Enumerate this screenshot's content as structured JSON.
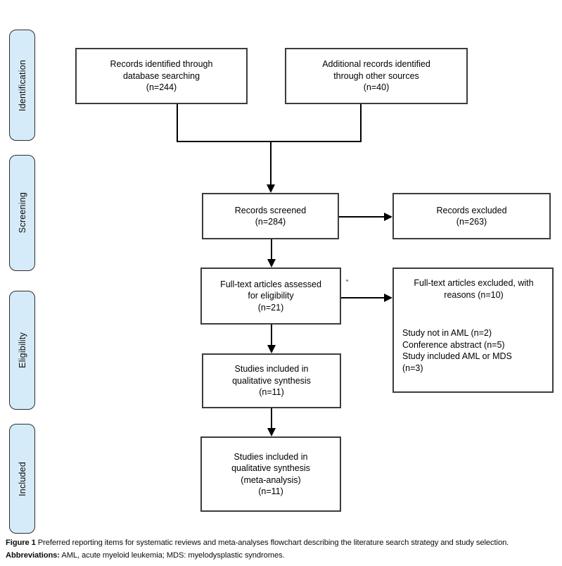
{
  "colors": {
    "stage-fill": "#d6ebf9",
    "stage-border": "#2e2e2e",
    "box-border": "#3c3c3c",
    "line-color": "#000000",
    "text-color": "#000000"
  },
  "stages": [
    {
      "label": "Identification"
    },
    {
      "label": "Screening"
    },
    {
      "label": "Eligibility"
    },
    {
      "label": "Included"
    }
  ],
  "boxes": {
    "identified": {
      "text": "Records identified through\ndatabase searching\n(n=244)"
    },
    "additional": {
      "text": "Additional records identified\nthrough other sources\n(n=40)"
    },
    "screened": {
      "text": "Records screened\n(n=284)"
    },
    "excluded": {
      "text": "Records excluded\n(n=263)"
    },
    "fulltext": {
      "text": "Full-text articles assessed\nfor eligibility\n(n=21)"
    },
    "fulltext_excluded": {
      "header": "Full-text articles excluded, with\nreasons (n=10)",
      "reasons": "Study not in AML (n=2)\nConference abstract (n=5)\nStudy included AML or MDS\n(n=3)"
    },
    "qualitative": {
      "text": "Studies included in\nqualitative synthesis\n(n=11)"
    },
    "meta": {
      "text": "Studies included in\nqualitative synthesis\n(meta-analysis)\n(n=11)"
    }
  },
  "caption": {
    "figure_label": "Figure 1",
    "figure_text": " Preferred reporting items for systematic reviews and meta-analyses flowchart describing the literature search strategy and study selection.",
    "abbr_label": "Abbreviations:",
    "abbr_text": " AML, acute myeloid leukemia; MDS: myelodysplastic syndromes."
  }
}
